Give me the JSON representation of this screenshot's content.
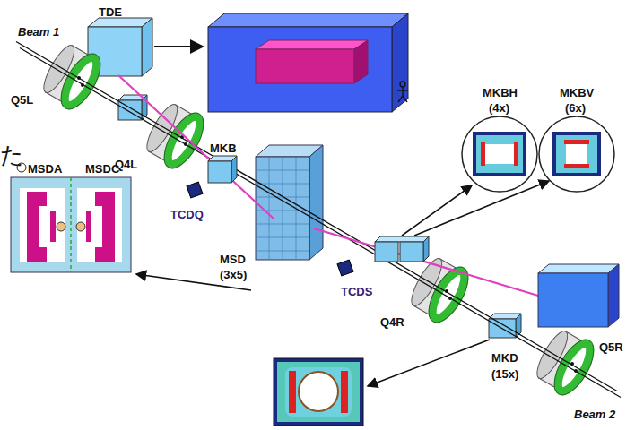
{
  "diagram": {
    "labels": [
      "TDE",
      "Beam 1",
      "Q5L",
      "Q4L",
      "MKB",
      "TCDQ",
      "MKBH",
      "(4x)",
      "MKBV",
      "(6x)",
      "た",
      "MSDA",
      "MSDC",
      "MSD",
      "(3x5)",
      "TCDS",
      "Q4R",
      "MKD",
      "(15x)",
      "Q5R",
      "Beam 2"
    ]
  }
}
